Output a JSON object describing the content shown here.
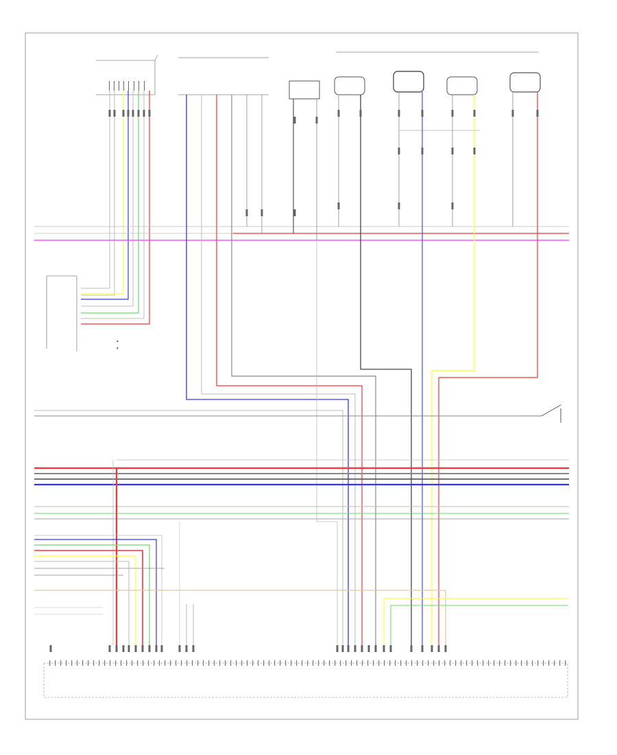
{
  "title_lines": [],
  "footer_code": "",
  "colors": {
    "pink": "#ff33ff",
    "red": "#ff3333",
    "blue": "#3333ff",
    "yellow": "#ffff44",
    "green": "#66dd66",
    "gray": "#888888",
    "dark": "#444444",
    "light": "#bbbbbb",
    "tan": "#e0c9a0"
  },
  "components": [
    {
      "id": "sensor-harness-left",
      "name": "component-top-left"
    },
    {
      "id": "front-door-speaker",
      "name": "component-front-door-speaker"
    },
    {
      "id": "switch-box",
      "name": "component-switch-box"
    },
    {
      "id": "parking-sensors",
      "name": "component-parking-sensors"
    },
    {
      "id": "connector-left-mid",
      "name": "component-left-connector"
    },
    {
      "id": "relay-right",
      "name": "component-right-relay"
    },
    {
      "id": "ecu-bottom",
      "name": "component-bottom-module"
    }
  ]
}
